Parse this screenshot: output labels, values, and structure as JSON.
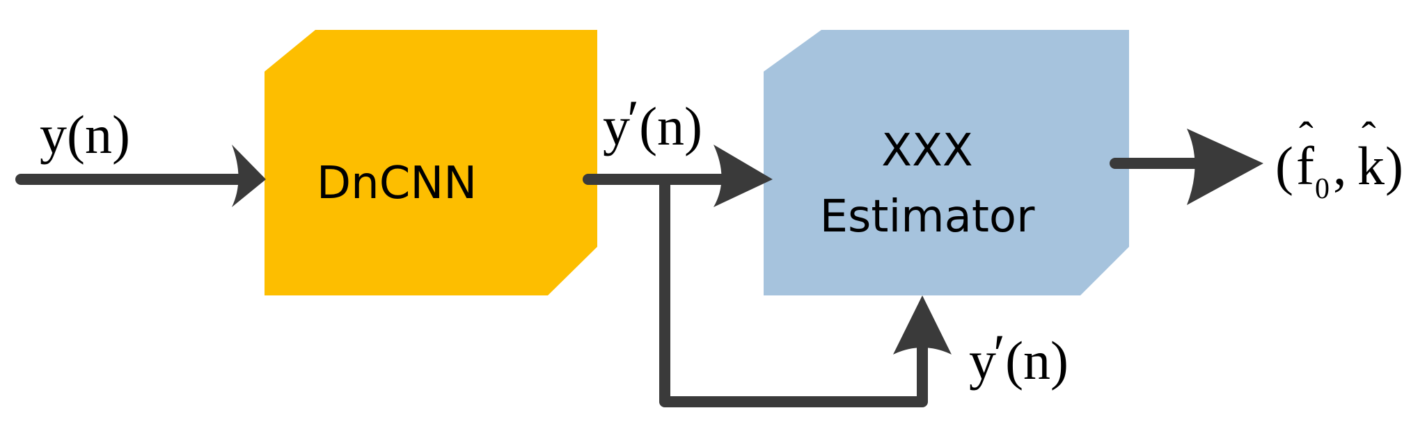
{
  "blocks": {
    "dncnn": {
      "label": "DnCNN",
      "color": "#FDBE00"
    },
    "estimator": {
      "line1": "XXX",
      "line2": "Estimator",
      "color": "#A6C3DD"
    }
  },
  "signals": {
    "input": {
      "base": "y",
      "args": "(n)"
    },
    "denoised": {
      "base": "y",
      "prime": "′",
      "args": "(n)"
    },
    "feedback": {
      "base": "y",
      "prime": "′",
      "args": "(n)"
    },
    "output": {
      "open": "(",
      "f": "f",
      "f_sub": "0",
      "comma": ",",
      "k": "k",
      "close": ")",
      "hat": "ˆ"
    }
  },
  "colors": {
    "arrow": "#3a3a3a",
    "background": "#ffffff"
  }
}
